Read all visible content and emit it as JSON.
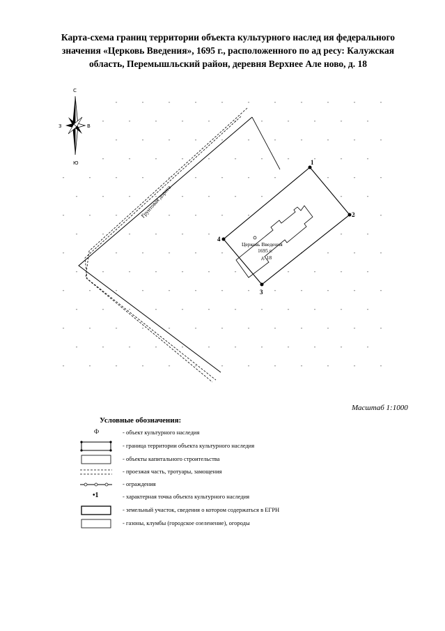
{
  "title": {
    "line1": "Карта-схема границ территории объекта культурного наслед ия федерального",
    "line2": "значения «Церковь Введения», 1695 г., расположенного по ад ресу: Калужская",
    "line3": "область, Перемышльский район, деревня Верхнее Але ново, д. 18"
  },
  "compass": {
    "north": "С",
    "south": "Ю",
    "east": "В",
    "west": "З"
  },
  "map": {
    "road_label": "Грунтовая дорога",
    "church_name": "Церковь Введения",
    "church_year": "1695 г.",
    "church_house": "д. 18",
    "points": [
      "1",
      "2",
      "3",
      "4"
    ]
  },
  "scale": "Масштаб 1:1000",
  "legend": {
    "title": "Условные обозначения:",
    "items": [
      {
        "symbol": "object-point",
        "glyph": "Ф",
        "text": "- объект культурного наследия"
      },
      {
        "symbol": "boundary",
        "text": "- граница территории объекта культурного наследия"
      },
      {
        "symbol": "building",
        "text": "- объекты капитального строительства"
      },
      {
        "symbol": "road",
        "text": "- проезжая часть, тротуары, замощения"
      },
      {
        "symbol": "fence",
        "text": "- ограждения"
      },
      {
        "symbol": "char-point",
        "glyph": "•1",
        "text": "- характерная точка объекта культурного наследия"
      },
      {
        "symbol": "parcel",
        "text": "- земельный участок, сведения о котором содержаться в ЕГРН"
      },
      {
        "symbol": "lawn",
        "text": "- газоны, клумбы (городское озеленение), огороды"
      }
    ]
  }
}
